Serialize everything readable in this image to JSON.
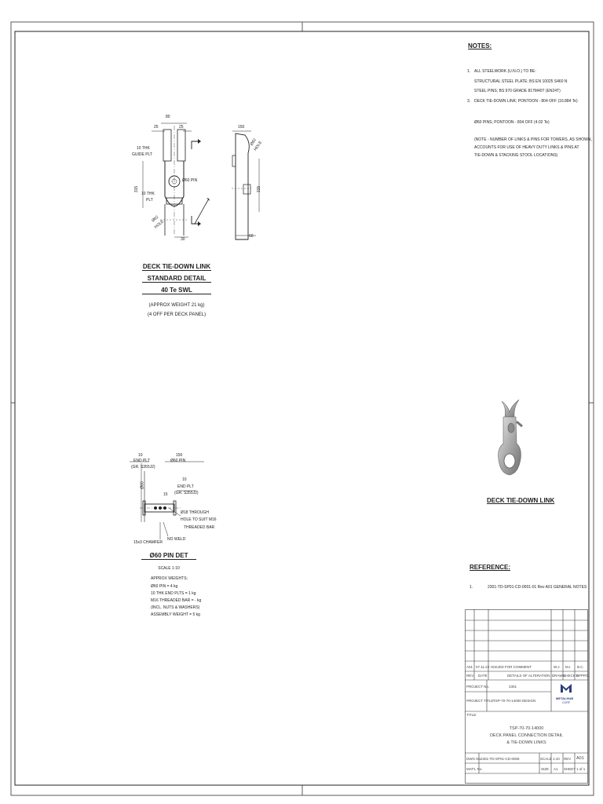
{
  "notes": {
    "heading": "NOTES:",
    "n1_num": "1.",
    "n1_line1": "ALL STEELWORK (U.N.O.) TO BE:",
    "n1_line2": "STRUCTURAL STEEL PLATE; BS EN 10025 S460 N",
    "n1_line3": "STEEL PINS; BS 970 GRADE 817M40T (EN24T)",
    "n3_num": "3.",
    "n3_line1": "DECK TIE-DOWN LINK;     PONTOON  -  804 OFF   (16.884 Te)",
    "n3_line2": "Ø60 PINS;                       PONTOON  -  804 OFF   (4.02 Te)",
    "n3_line3": "(NOTE - NUMBER OF LINKS & PINS FOR TOWERS, AS SHOWN,",
    "n3_line4": "ACCOUNTS FOR USE OF HEAVY DUTY LINKS & PINS AT",
    "n3_line5": "TIE-DOWN & STACKING STOOL LOCATIONS)"
  },
  "link_detail": {
    "dim_80": "80",
    "dim_25a": "25",
    "dim_25b": "25",
    "dim_150": "150",
    "guide_plt": "10 THK\nGUIDE PLT",
    "guide_plt_l1": "10 THK",
    "guide_plt_l2": "GUIDE PLT",
    "plt_l1": "10 THK",
    "plt_l2": "PLT",
    "pin_label": "Ø60 PIN",
    "hole_a_l1": "Ø62",
    "hole_a_l2": "HOLE",
    "hole_b_l1": "Ø62",
    "hole_b_l2": "HOLE",
    "dim_315a": "315",
    "dim_315b": "315",
    "dim_30": "30",
    "dim_60": "60",
    "title1": "DECK TIE-DOWN LINK",
    "title2": "STANDARD DETAIL",
    "title3": "40 Te SWL",
    "sub1": "(APPROX WEIGHT 21 kg)",
    "sub2": "(4 OFF PER DECK PANEL)"
  },
  "pin_detail": {
    "dim_10a": "10",
    "end_plt_a1": "END PLT",
    "end_plt_a2": "(GR. S355J2)",
    "dim_150": "150",
    "pin_label": "Ø60 PIN",
    "dim_10b": "10",
    "end_plt_b1": "END PLT",
    "end_plt_b2": "(GR. S355J2)",
    "dim_60": "Ø60",
    "dim_15": "15",
    "through_l1": "Ø18 THROUGH",
    "through_l2": "HOLE TO SUIT M16",
    "through_l3": "THREADED BAR",
    "chamfer": "15x3 CHAMFER",
    "no_weld": "NO WELD",
    "title": "Ø60 PIN DET",
    "scale": "SCALE 1:10",
    "weights_head": "APPROX WEIGHTS;",
    "w1": "Ø60 PIN              = 4 kg",
    "w2": "10 THK END PLTS    = 1 kg",
    "w3": "M16 THREADED BAR = - kg",
    "w4": "(INCL. NUTS & WASHERS)",
    "w5": "ASSEMBLY WEIGHT  = 5 kg"
  },
  "iso": {
    "caption": "DECK TIE-DOWN LINK"
  },
  "reference": {
    "heading": "REFERENCE:",
    "r1_num": "1.",
    "r1_text": "2301-TD-SP01-CD-0001-01 Rev A01  GENERAL NOTES"
  },
  "title_block": {
    "rev": "A01",
    "rev_date": "07.11.23",
    "rev_desc": "ISSUED FOR COMMENT",
    "rev_c1": "W.J.",
    "rev_c2": "M.I.",
    "rev_c3": "B.C.",
    "h_rev": "REV",
    "h_date": "DATE",
    "h_desc": "DETAILS OF ALTERATION",
    "h_drawn": "DRAWN",
    "h_check": "CHECK'D",
    "h_appr": "APPR'D",
    "project_no_label": "PROJECT No.",
    "project_no": "2301",
    "project_title_label": "PROJECT TITLE:",
    "project_title": "TSP-70-70-14000 DESIGN",
    "logo_name": "METALHUB",
    "logo_sub": "CORP",
    "title_label": "TITLE:",
    "title1": "TSP-70-70-14000",
    "title2": "DECK PANEL CONNECTION DETAIL",
    "title3": "& TIE-DOWN LINKS",
    "dwg_label": "DWG No.",
    "dwg_no": "2301-TD-SP01-CD-0006",
    "scale_label": "SCALE",
    "scale": "1:10",
    "rev_label": "REV",
    "rev_val": "A01",
    "mat_label": "MAT'L No.",
    "size_label": "SIZE",
    "size": "A1",
    "sheet_label": "SHEET",
    "sheet": "1 of 1"
  }
}
